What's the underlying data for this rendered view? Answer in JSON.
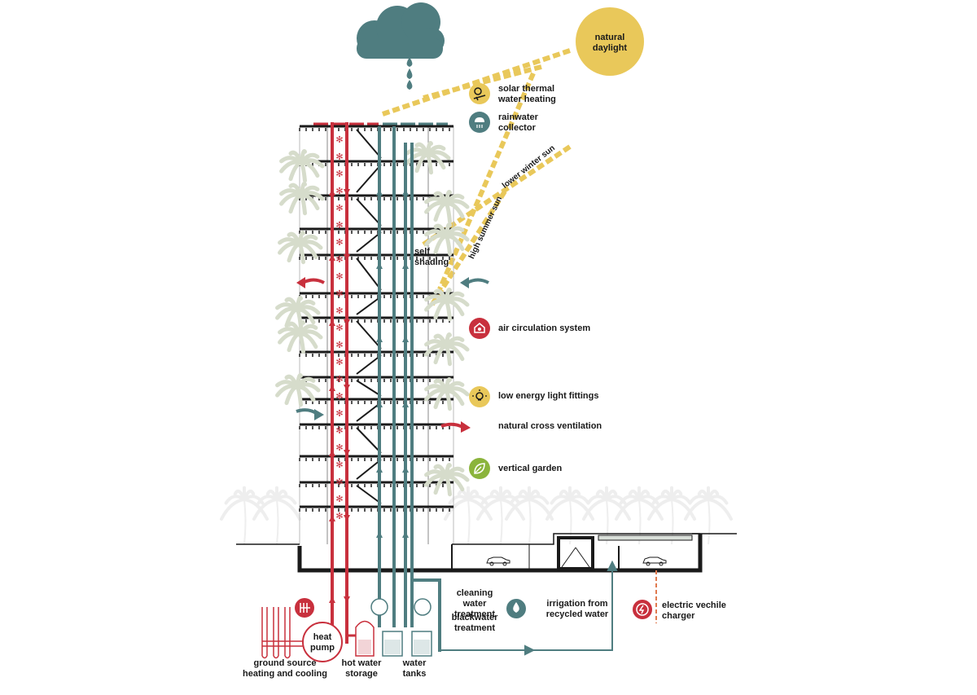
{
  "sky": {
    "sun_label": "natural\ndaylight",
    "lower_winter_sun": "lower winter sun",
    "high_summer_sun": "high summer sun",
    "self_shading": "self\nshading"
  },
  "features": [
    {
      "id": "solar-thermal",
      "label": "solar thermal\nwater heating",
      "icon": "solar-panel-icon",
      "color": "#e9c85a"
    },
    {
      "id": "rainwater",
      "label": "rainwater\ncollector",
      "icon": "rain-cloud-icon",
      "color": "#4f7d80"
    },
    {
      "id": "air-circulation",
      "label": "air circulation system",
      "icon": "house-fan-icon",
      "color": "#c8303d"
    },
    {
      "id": "light-fittings",
      "label": "low energy light fittings",
      "icon": "lightbulb-icon",
      "color": "#e9c85a"
    },
    {
      "id": "cross-ventilation",
      "label": "natural cross ventilation",
      "icon": "arrow-icon",
      "color": "#c8303d"
    },
    {
      "id": "vertical-garden",
      "label": "vertical garden",
      "icon": "leaf-icon",
      "color": "#8bb43c"
    }
  ],
  "basement": {
    "cleaning_water": "cleaning water\ntreatment",
    "blackwater": "blackwater\ntreatment",
    "irrigation": "irrigation from\nrecycled water",
    "ev_charger": "electric vechile\ncharger",
    "heat_pump": "heat\npump",
    "ground_source": "ground source\nheating and cooling",
    "hot_water_storage": "hot water\nstorage",
    "water_tanks": "water\ntanks"
  },
  "colors": {
    "red": "#c8303d",
    "teal": "#4f7d80",
    "yellow": "#e9c85a",
    "green": "#8bb43c",
    "palm": "#d6dccb",
    "palm_bg": "#eeeeee",
    "structure": "#1a1a1a"
  }
}
